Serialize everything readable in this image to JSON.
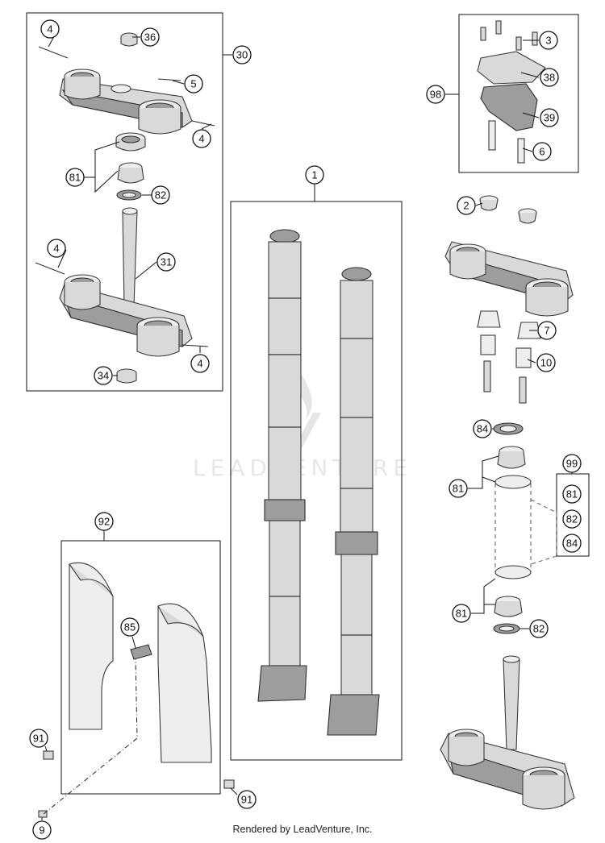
{
  "watermark": "LEADVENTURE",
  "footer": "Rendered by LeadVenture, Inc.",
  "callouts": [
    "4",
    "36",
    "30",
    "5",
    "4",
    "81",
    "82",
    "4",
    "31",
    "4",
    "34",
    "3",
    "98",
    "38",
    "39",
    "6",
    "1",
    "2",
    "7",
    "10",
    "84",
    "99",
    "81",
    "82",
    "84",
    "81",
    "81",
    "82",
    "92",
    "85",
    "91",
    "9",
    "91"
  ]
}
